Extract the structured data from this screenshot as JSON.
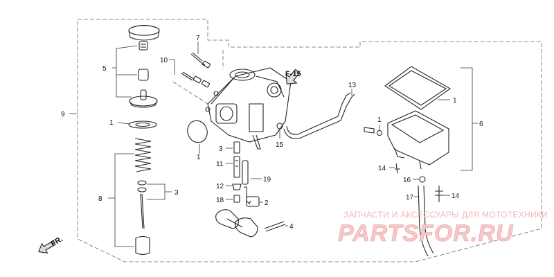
{
  "callouts": {
    "c1_top": "1",
    "c1_left": "1",
    "c1_oring": "1",
    "c1_right": "1",
    "c2": "2",
    "c3_left": "3",
    "c3_mid": "3",
    "c4": "4",
    "c5": "5",
    "c6": "6",
    "c7": "7",
    "c8": "8",
    "c9": "9",
    "c10": "10",
    "c11": "11",
    "c12": "12",
    "c13": "13",
    "c14_left": "14",
    "c14_right": "14",
    "c15": "15",
    "c16": "16",
    "c17": "17",
    "c18": "18",
    "c19": "19"
  },
  "section_ref": "F-15",
  "front_marker": "FR.",
  "watermark": {
    "tagline": "ЗАПЧАСТИ И АКСЕССУАРЫ ДЛЯ МОТОТЕХНИКИ",
    "logo": "PARTSFOR.RU"
  },
  "colors": {
    "line": "#222222",
    "watermark_light": "#f6c9c9",
    "watermark_dark": "#e89a9a"
  }
}
